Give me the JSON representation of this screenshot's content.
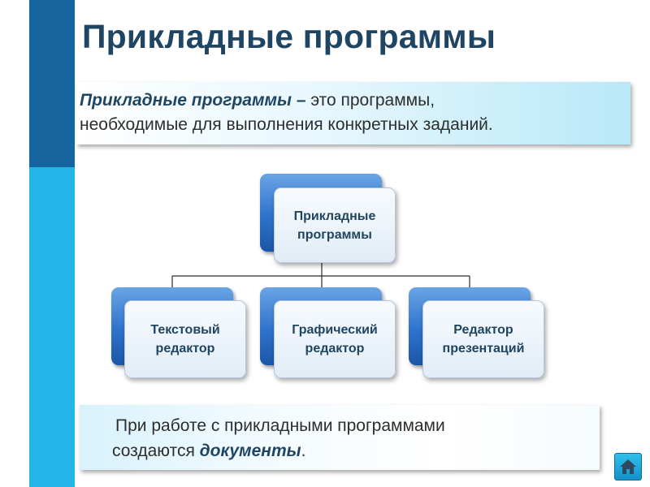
{
  "slide": {
    "title": "Прикладные программы",
    "definition": {
      "term": "Прикладные программы –",
      "rest_line1": " это программы,",
      "line2": "необходимые для выполнения конкретных заданий."
    },
    "diagram": {
      "root": "Прикладные\nпрограммы",
      "children": [
        "Текстовый\nредактор",
        "Графический\nредактор",
        "Редактор\nпрезентаций"
      ]
    },
    "note": {
      "line1": "При работе с прикладными программами",
      "line2_prefix": "создаются ",
      "line2_emphasis": "документы",
      "line2_suffix": "."
    }
  },
  "colors": {
    "title": "#1f4564",
    "side_bar_dark": "#17659f",
    "side_bar_light": "#23b5e8",
    "node_back": "#2d73cc",
    "node_front": "#eef4fa"
  },
  "icons": {
    "home": "home-icon"
  }
}
